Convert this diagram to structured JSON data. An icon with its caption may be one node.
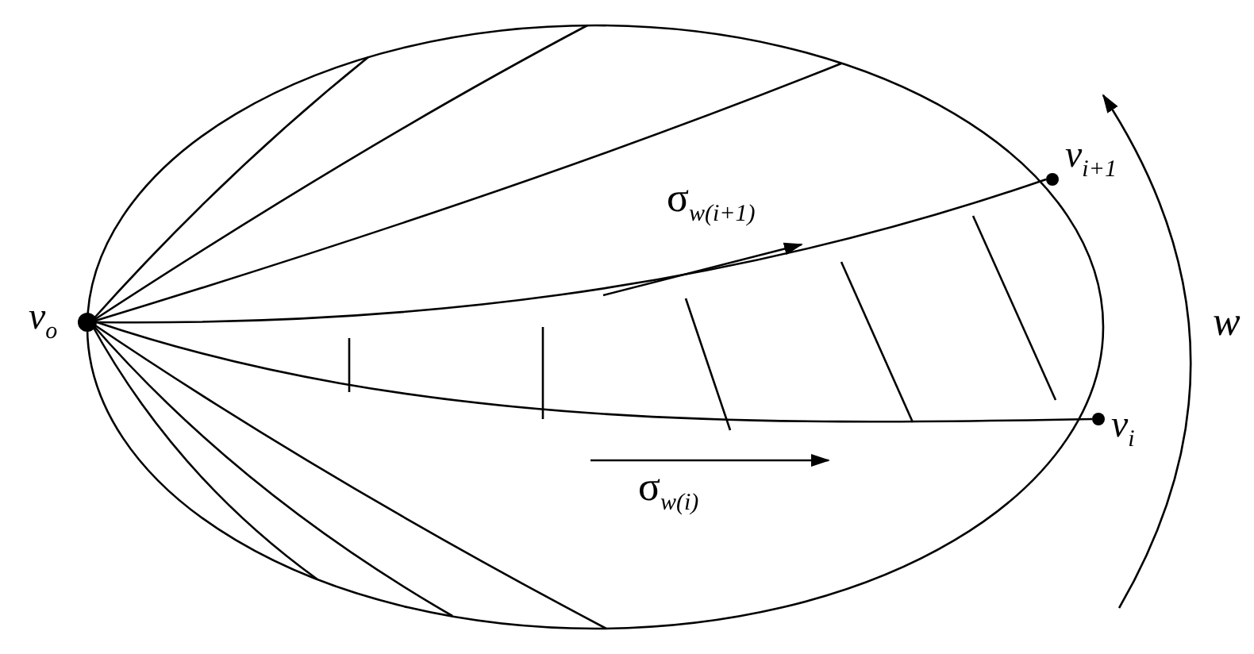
{
  "diagram": {
    "nodes": [
      {
        "text": [
          "v$_{o}$"
        ]
      },
      {
        "text": [
          "v$_{i+1}$"
        ]
      },
      {
        "text": [
          "v$_{i}$"
        ]
      }
    ],
    "edges": [
      {
        "from": 0,
        "to": 2,
        "arrow": "none"
      },
      {
        "from": 0,
        "to": 1,
        "arrow": "none"
      }
    ],
    "labels": [
      "σ$_{w(i+1)}$",
      "σ$_{w(i)}$",
      "w"
    ]
  }
}
